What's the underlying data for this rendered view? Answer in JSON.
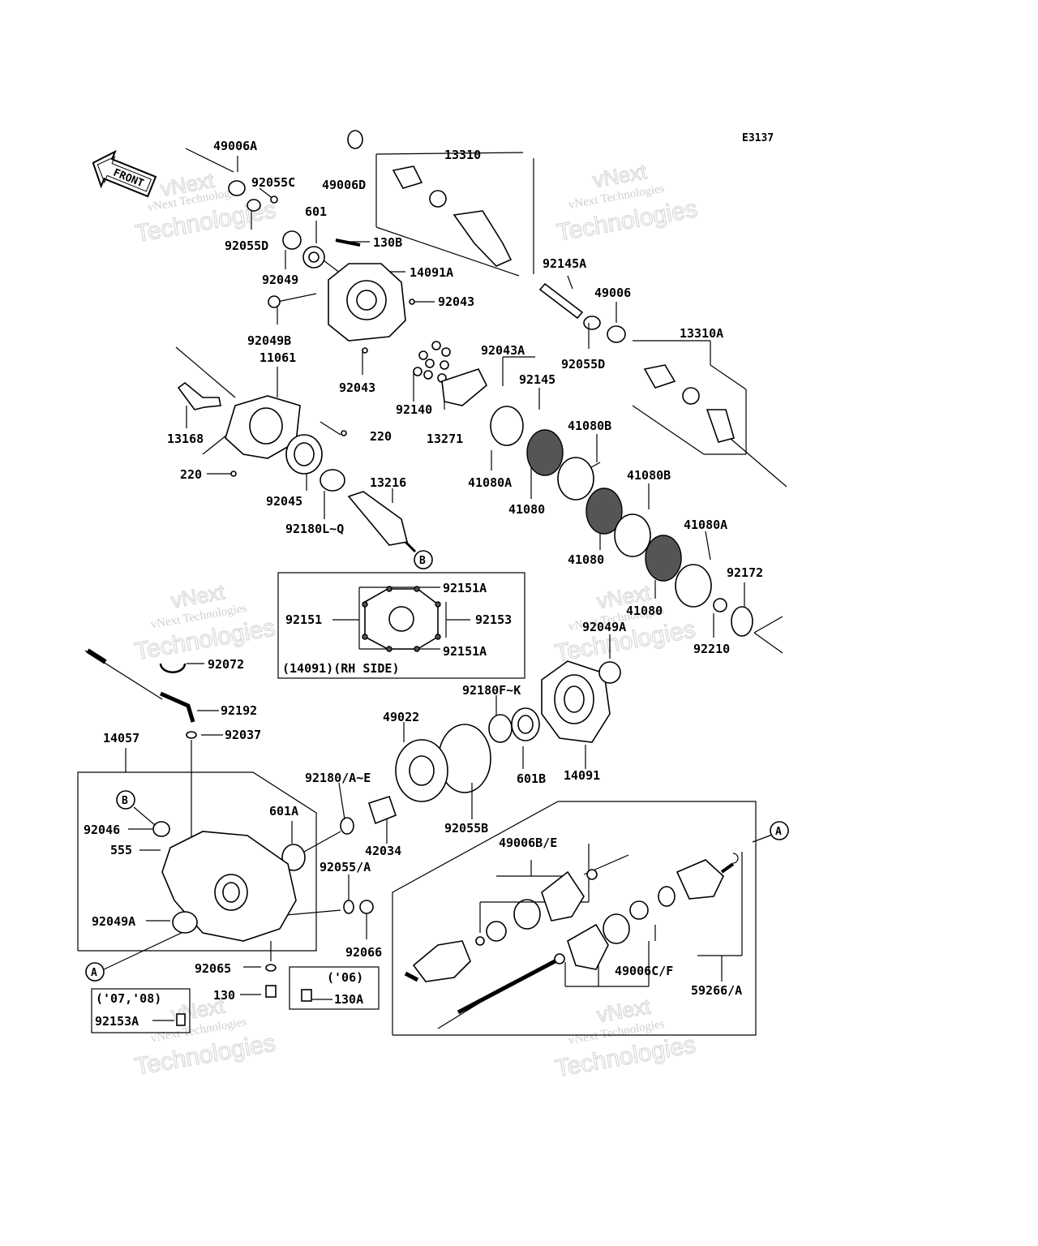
{
  "diagram": {
    "code": "E3137",
    "front_label": "FRONT",
    "watermark": {
      "line1": "vNext",
      "line2": "Technologies",
      "full": "vNext Technologies"
    },
    "callouts": {
      "A": "A",
      "B": "B"
    },
    "box_rh_side": "(14091)(RH SIDE)",
    "box_06": "('06)",
    "box_07_08": "('07,'08)",
    "labels": {
      "p49006A": "49006A",
      "p92055C": "92055C",
      "p92055D_a": "92055D",
      "p601": "601",
      "p130B": "130B",
      "p92049": "92049",
      "p14091A": "14091A",
      "p92043_a": "92043",
      "p92049B": "92049B",
      "p11061": "11061",
      "p92043_b": "92043",
      "p13168": "13168",
      "p220_a": "220",
      "p220_b": "220",
      "p92045": "92045",
      "p92180LQ": "92180L~Q",
      "p13216": "13216",
      "p49006D": "49006D",
      "p13310": "13310",
      "p92145A": "92145A",
      "p49006": "49006",
      "p13310A": "13310A",
      "p92055D_b": "92055D",
      "p92043A": "92043A",
      "p92145": "92145",
      "p92140": "92140",
      "p13271": "13271",
      "p41080B_a": "41080B",
      "p41080A_a": "41080A",
      "p41080_a": "41080",
      "p41080B_b": "41080B",
      "p41080_b": "41080",
      "p41080A_b": "41080A",
      "p92172": "92172",
      "p41080_c": "41080",
      "p92049A_a": "92049A",
      "p92210": "92210",
      "p92151A_a": "92151A",
      "p92151": "92151",
      "p92153": "92153",
      "p92151A_b": "92151A",
      "p92072": "92072",
      "p92192": "92192",
      "p92037": "92037",
      "p14057": "14057",
      "p49022": "49022",
      "p92180FK": "92180F~K",
      "p601B": "601B",
      "p14091": "14091",
      "p92180AE": "92180/A~E",
      "p92055B": "92055B",
      "p601A": "601A",
      "p42034": "42034",
      "p92046": "92046",
      "p555": "555",
      "p92055A": "92055/A",
      "p49006BE": "49006B/E",
      "p92049A_b": "92049A",
      "p92066": "92066",
      "p92065": "92065",
      "p130": "130",
      "p130A": "130A",
      "p92153A": "92153A",
      "p49006CF": "49006C/F",
      "p59266A": "59266/A"
    }
  }
}
